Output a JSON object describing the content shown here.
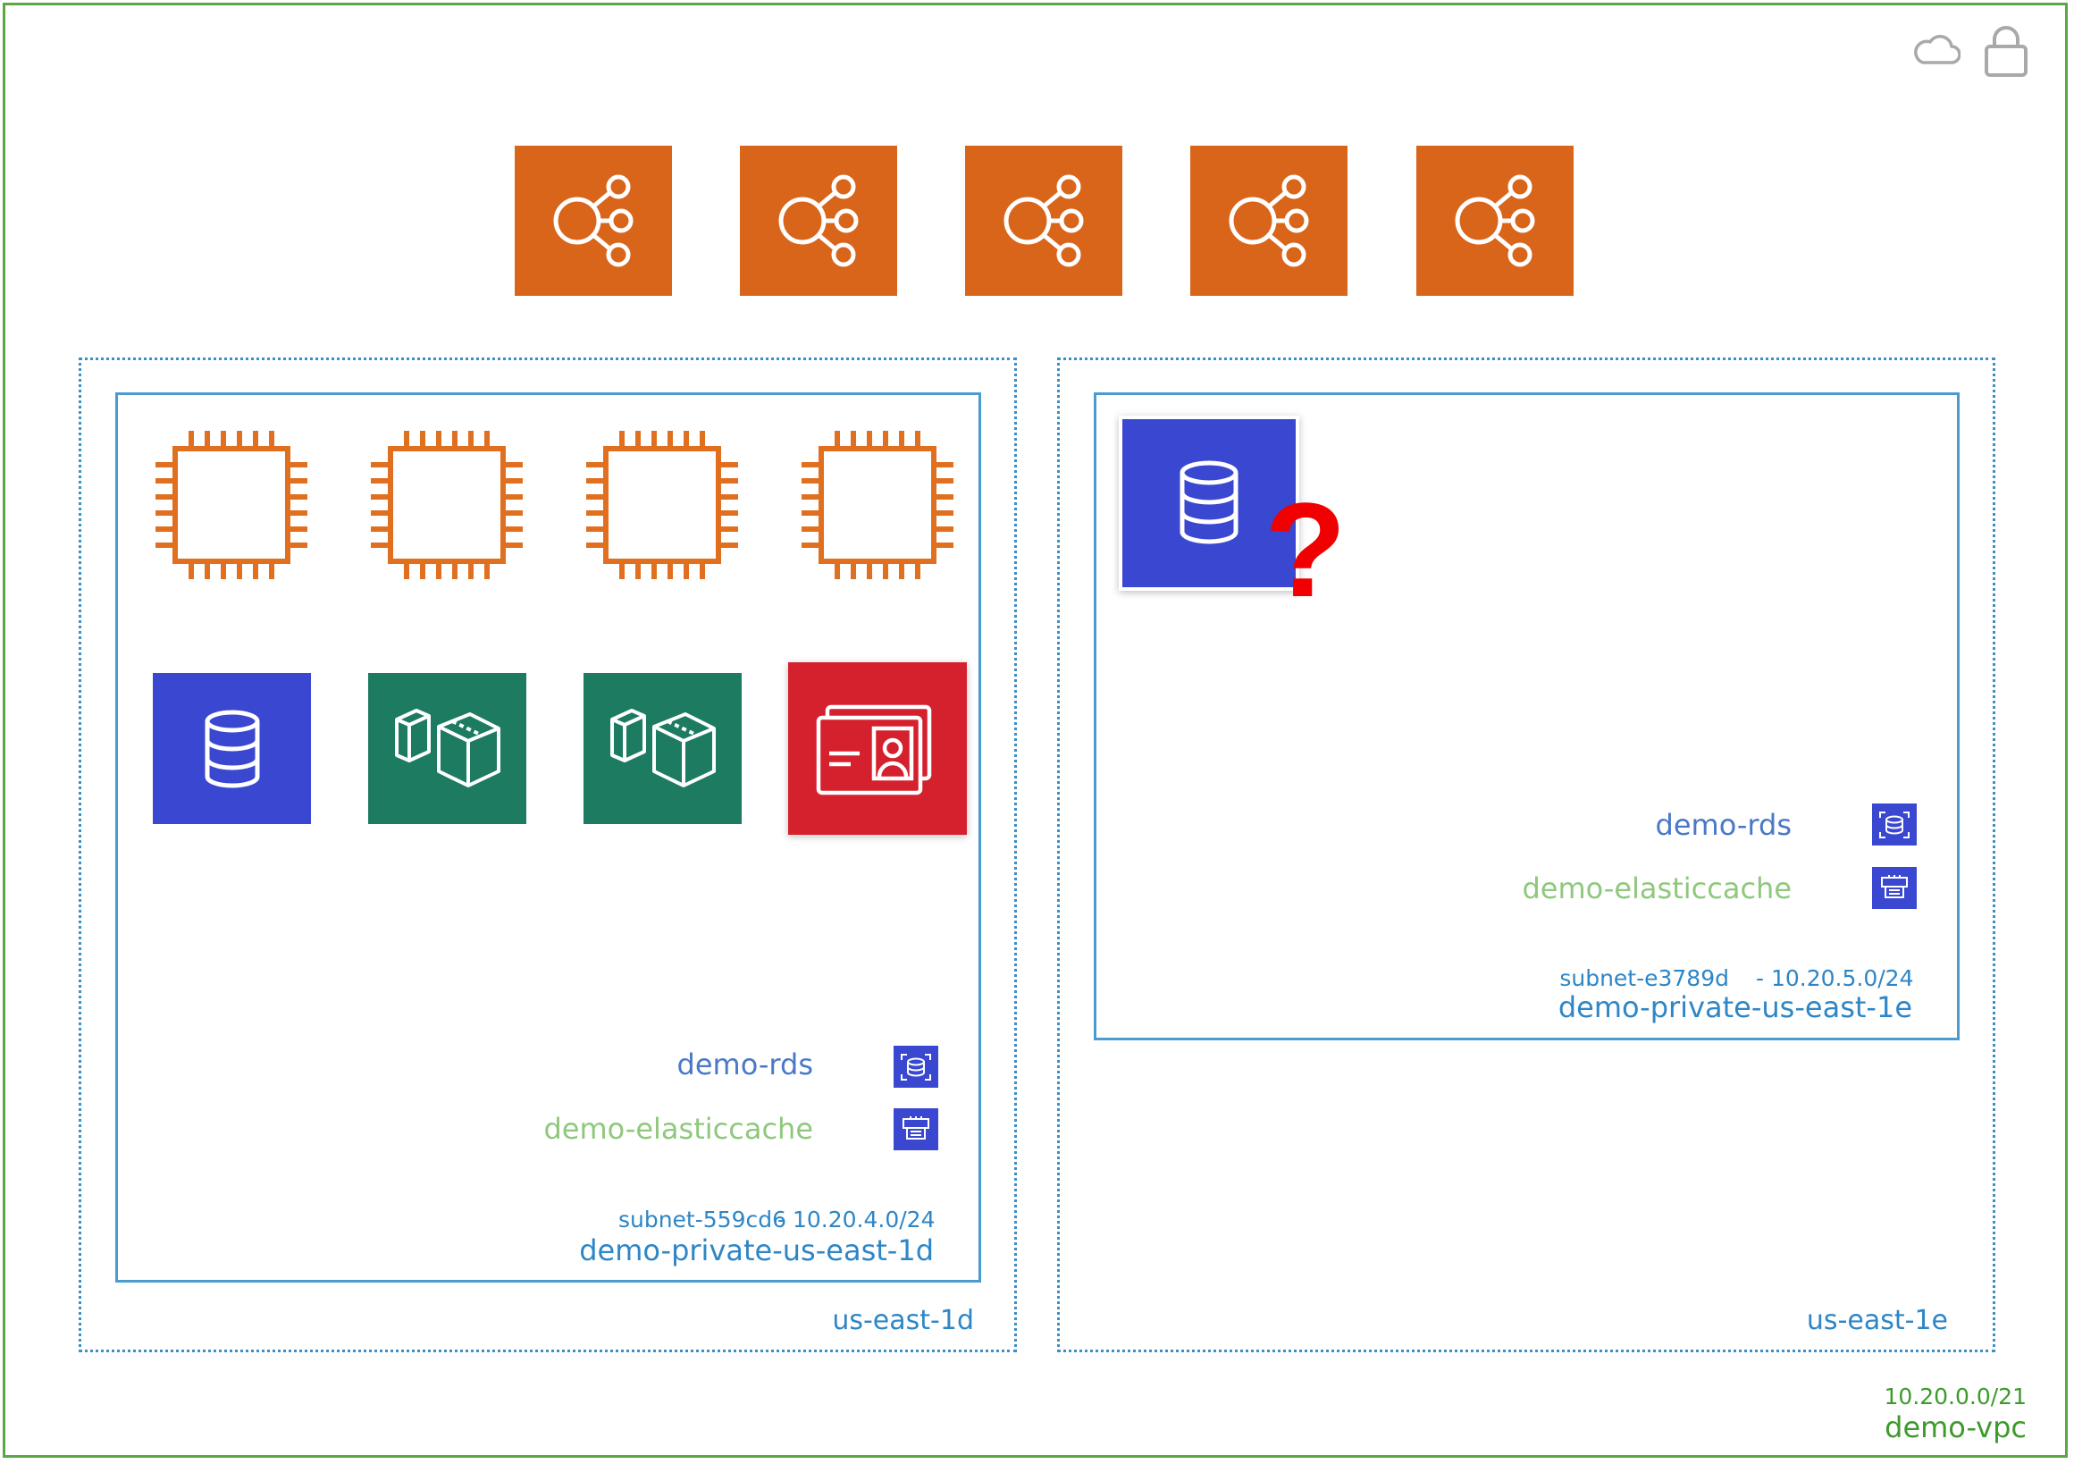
{
  "vpc": {
    "cidr": "10.20.0.0/21",
    "name": "demo-vpc"
  },
  "top_icons": [
    "cloud-icon",
    "lock-icon"
  ],
  "load_balancers": [
    "elastic-load-balancer-icon",
    "elastic-load-balancer-icon",
    "elastic-load-balancer-icon",
    "elastic-load-balancer-icon",
    "elastic-load-balancer-icon"
  ],
  "zones": [
    {
      "label": "us-east-1d",
      "subnet": {
        "id": "subnet-559cd6",
        "cidr": "- 10.20.4.0/24",
        "name": "demo-private-us-east-1d",
        "legend": [
          {
            "label": "demo-rds",
            "icon": "rds-instance-icon"
          },
          {
            "label": "demo-elasticcache",
            "icon": "elasticache-icon"
          }
        ]
      }
    },
    {
      "label": "us-east-1e",
      "subnet": {
        "id": "subnet-e3789d",
        "cidr": "- 10.20.5.0/24",
        "name": "demo-private-us-east-1e",
        "legend": [
          {
            "label": "demo-rds",
            "icon": "rds-instance-icon"
          },
          {
            "label": "demo-elasticcache",
            "icon": "elasticache-icon"
          }
        ]
      }
    }
  ],
  "annotation": "?",
  "colors": {
    "vpc_border": "#5aa845",
    "az_border": "#3c8fc4",
    "subnet_border": "#4b9bd1",
    "elb": "#d9651a",
    "ec2": "#e0701f",
    "database": "#3a47d0",
    "container": "#1d7b62",
    "identity": "#d5202d",
    "rds_label": "#4a78c8",
    "elasticache_label": "#8fc87d",
    "question": "#f00000"
  }
}
